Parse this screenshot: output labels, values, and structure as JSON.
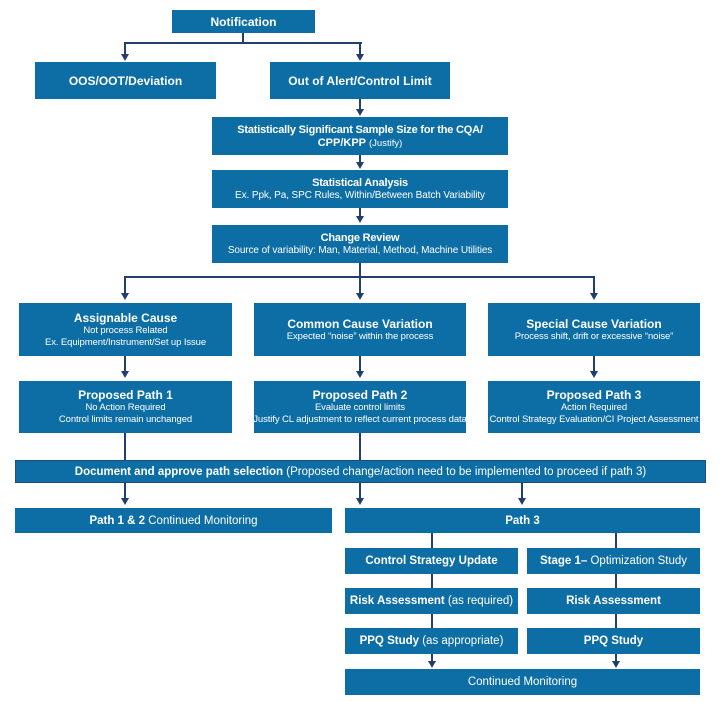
{
  "colors": {
    "box_fill": "#0d6ea6",
    "connector_line": "#20406b",
    "band_border": "#1d4e7d",
    "text": "#ffffff",
    "background": "#ffffff"
  },
  "nodes": {
    "notification": {
      "title": "Notification"
    },
    "oos": {
      "title": "OOS/OOT/Deviation"
    },
    "out_of_alert": {
      "title": "Out of Alert/Control Limit"
    },
    "sample_size": {
      "title_line1": "Statistically Significant Sample Size for the CQA/",
      "title_line2_bold": "CPP/KPP",
      "title_line2_note": "(Justify)"
    },
    "statistical_analysis": {
      "title": "Statistical Analysis",
      "line1": "Ex. Ppk, Pa, SPC Rules, Within/Between Batch Variability"
    },
    "change_review": {
      "title": "Change Review",
      "line1": "Source of variability: Man, Material, Method, Machine Utilities"
    },
    "assignable_cause": {
      "title": "Assignable Cause",
      "line1": "Not process Related",
      "line2": "Ex. Equipment/Instrument/Set up Issue"
    },
    "common_cause": {
      "title": "Common Cause Variation",
      "line1": "Expected “noise” within the process",
      "line2": ""
    },
    "special_cause": {
      "title": "Special Cause Variation",
      "line1": "Process shift, drift or excessive “noise”",
      "line2": ""
    },
    "path1": {
      "title": "Proposed Path 1",
      "line1": "No Action Required",
      "line2": "Control limits remain unchanged"
    },
    "path2": {
      "title": "Proposed Path 2",
      "line1": "Evaluate control limits",
      "line2": "Justify CL adjustment to reflect current process data"
    },
    "path3": {
      "title": "Proposed Path 3",
      "line1": "Action Required",
      "line2": "Control Strategy Evaluation/CI Project Assessment"
    },
    "document_band": {
      "bold": "Document and approve path selection",
      "rest": " (Proposed change/action need to be implemented to proceed if path 3)"
    },
    "path12_monitoring": {
      "bold": "Path 1 & 2",
      "rest": " Continued Monitoring"
    },
    "path3_header": {
      "title": "Path 3"
    },
    "control_strategy": {
      "title": "Control Strategy Update"
    },
    "stage1": {
      "bold": "Stage 1–",
      "rest": " Optimization Study"
    },
    "risk_left": {
      "bold": "Risk Assessment",
      "rest": " (as required)"
    },
    "risk_right": {
      "bold": "Risk Assessment",
      "rest": ""
    },
    "ppq_left": {
      "bold": "PPQ Study",
      "rest": " (as appropriate)"
    },
    "ppq_right": {
      "bold": "PPQ Study",
      "rest": ""
    },
    "continued_monitoring": {
      "title": "Continued Monitoring"
    }
  }
}
